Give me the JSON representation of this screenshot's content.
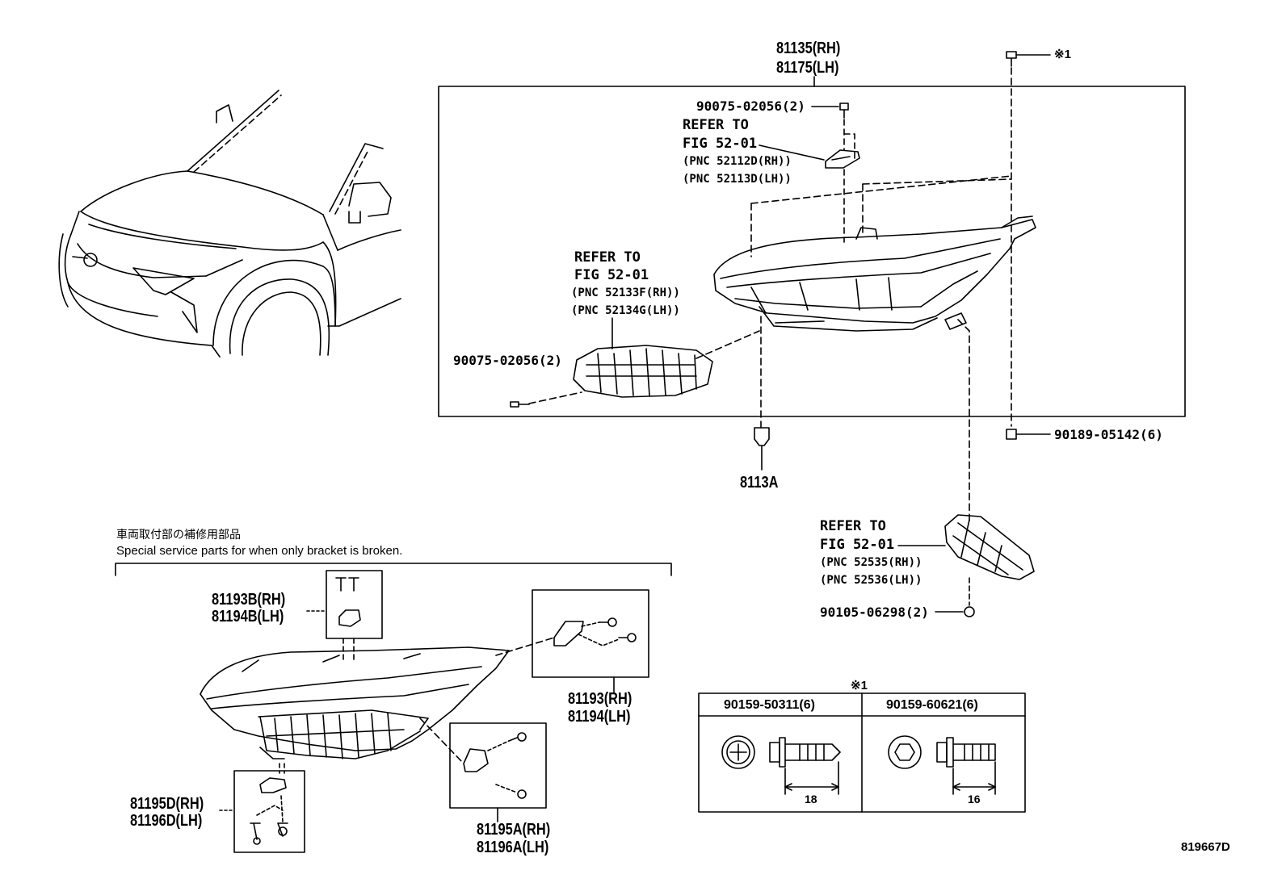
{
  "top": {
    "headlamp_rh": "81135(RH)",
    "headlamp_lh": "81175(LH)",
    "note1_mark": "※1",
    "screw_top": "90075-02056(2)",
    "refer1": {
      "l1": "REFER TO",
      "l2": "FIG 52-01",
      "l3": "(PNC 52112D(RH))",
      "l4": "(PNC 52113D(LH))"
    },
    "refer2": {
      "l1": "REFER TO",
      "l2": "FIG 52-01",
      "l3": "(PNC 52133F(RH))",
      "l4": "(PNC 52134G(LH))"
    },
    "screw_left": "90075-02056(2)",
    "nut_right": "90189-05142(6)",
    "socket": "8113A",
    "refer3": {
      "l1": "REFER TO",
      "l2": "FIG 52-01",
      "l3": "(PNC 52535(RH))",
      "l4": "(PNC 52536(LH))"
    },
    "clip": "90105-06298(2)"
  },
  "service": {
    "jp_note": "車両取付部の補修用部品",
    "en_note": "Special service parts for when only bracket is broken.",
    "b_rh": "81193B(RH)",
    "b_lh": "81194B(LH)",
    "c_rh": "81193(RH)",
    "c_lh": "81194(LH)",
    "d_rh": "81195D(RH)",
    "d_lh": "81196D(LH)",
    "a_rh": "81195A(RH)",
    "a_lh": "81196A(LH)"
  },
  "bolt_table": {
    "mark": "※1",
    "col1": "90159-50311(6)",
    "col2": "90159-60621(6)",
    "dim1": "18",
    "dim2": "16"
  },
  "figure_code": "819667D"
}
